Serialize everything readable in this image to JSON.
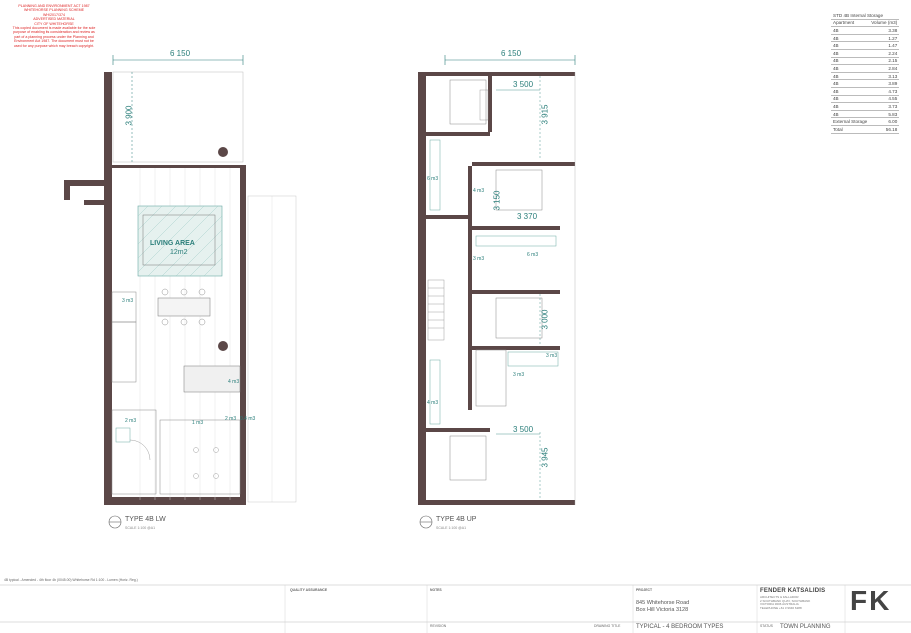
{
  "stamp": {
    "lines": [
      "PLANNING AND ENVIRONMENT ACT 1987",
      "WHITEHORSE PLANNING SCHEME",
      "WH/2017/374",
      "ADVERTISED MATERIAL",
      "CITY OF WHITEHORSE",
      "This copied document is made available for the sole",
      "purpose of enabling its consideration and review as",
      "part of a planning process under the Planning and",
      "Environment Act 1987. The document must not be",
      "used for any purpose which may breach copyright."
    ]
  },
  "plans": {
    "lower": {
      "width_dim": "6 150",
      "depth_dim": "3 900",
      "living_area_label": "LIVING AREA",
      "living_area_size": "12m2",
      "storage_labels": [
        "3 m3",
        "1 m3",
        "4 m3",
        "2 m3",
        "0.4 m3",
        "2 m3"
      ],
      "caption": "TYPE 4B LW",
      "scale": "SCALE 1:100 @A1"
    },
    "upper": {
      "width_dim": "6 150",
      "dims": [
        "3 500",
        "3 915",
        "3 370",
        "3 150",
        "3 000",
        "3 500",
        "3 945"
      ],
      "storage_labels": [
        "6 m3",
        "4 m3",
        "3 m3",
        "6 m3",
        "3 m3",
        "3 m3",
        "4 m3"
      ],
      "caption": "TYPE 4B UP",
      "scale": "SCALE 1:100 @A1"
    }
  },
  "storage_table": {
    "title": "STD 4B Internal Storage",
    "headers": [
      "Apartment",
      "Volume (m3)"
    ],
    "rows": [
      [
        "4B",
        "3.38"
      ],
      [
        "4B",
        "1.27"
      ],
      [
        "4B",
        "1.47"
      ],
      [
        "4B",
        "2.24"
      ],
      [
        "4B",
        "2.15"
      ],
      [
        "4B",
        "2.84"
      ],
      [
        "4B",
        "3.13"
      ],
      [
        "4B",
        "3.89"
      ],
      [
        "4B",
        "4.73"
      ],
      [
        "4B",
        "4.55"
      ],
      [
        "4B",
        "3.73"
      ],
      [
        "4B",
        "5.83"
      ],
      [
        "External Storage",
        "6.00"
      ],
      [
        "Total",
        "56.18"
      ]
    ]
  },
  "title_block": {
    "issue_note": "4B typical - Amended - 4th floor 4b (0045.00) Whitehorse Rd 1:100 - Lumen (Horiz. Reg.)",
    "address_label": "PROJECT",
    "address_lines": [
      "845 Whitehorse Road",
      "Box Hill Victoria 3128"
    ],
    "firm_name": "FENDER KATSALIDIS",
    "firm_details": [
      "ARCHITECTS & FALLADOR",
      "2 SOUTHBANK QUAY, SOUTHBANK",
      "VICTORIA 3006 AUSTRALIA",
      "TELEPHONE +61 3 9646 6288"
    ],
    "logo_text": "FK",
    "drawing_title": "TYPICAL - 4 BEDROOM TYPES",
    "drawing_label": "DRAWING TITLE",
    "notes_label": "NOTES",
    "quality_label": "QUALITY ASSURANCE",
    "revision_label": "REVISION",
    "status_label": "STATUS",
    "status_value": "TOWN PLANNING"
  }
}
